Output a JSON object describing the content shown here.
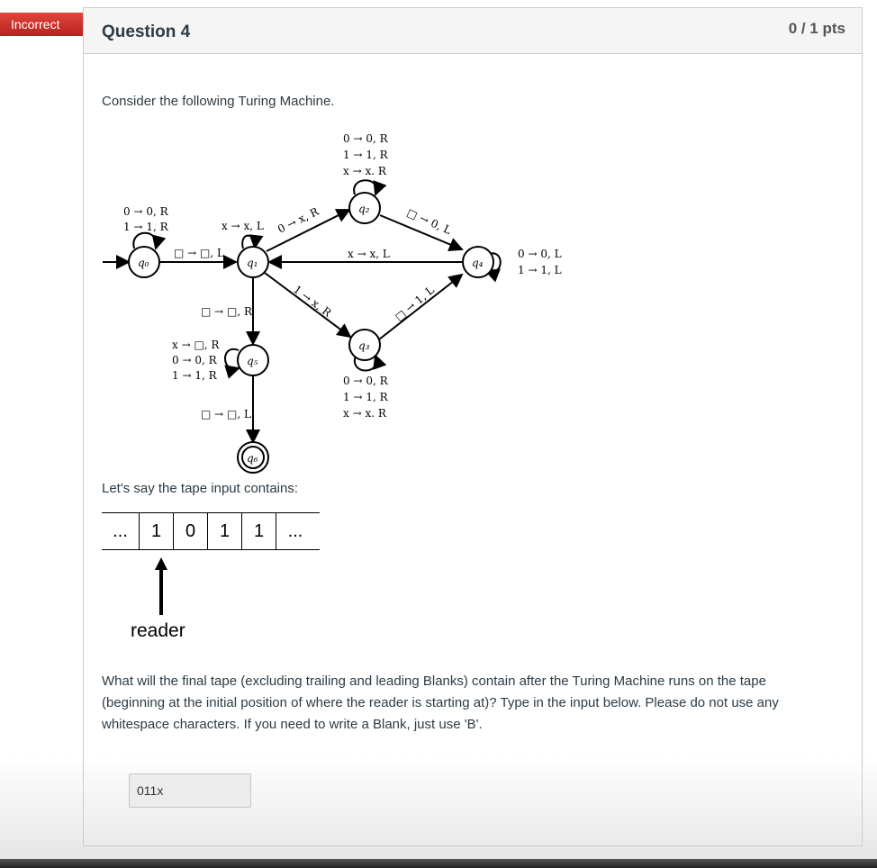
{
  "status_flag": {
    "label": "Incorrect",
    "color": "#d0322d"
  },
  "question": {
    "title": "Question 4",
    "points": "0 / 1 pts",
    "intro": "Consider the following Turing Machine.",
    "tape_intro": "Let's say the tape input contains:",
    "tape_cells": [
      "...",
      "1",
      "0",
      "1",
      "1",
      "..."
    ],
    "reader_label": "reader",
    "prompt": "What will the final tape (excluding trailing and leading Blanks) contain after the Turing Machine runs on the tape (beginning at the initial position of where the reader is starting at)? Type in the input below. Please do not use any whitespace characters. If you need to write a Blank, just use 'B'.",
    "answer_value": "011x"
  },
  "diagram": {
    "states": {
      "q0": "q0",
      "q1": "q1",
      "q2": "q2",
      "q3": "q3",
      "q4": "q4",
      "q5": "q5",
      "q6": "q6"
    },
    "transitions": {
      "q0_loop": [
        "0 → 0, R",
        "1 → 1, R"
      ],
      "q0_q1": "□ → □, L",
      "q1_loop": "x → x, L",
      "q1_q2": "0 → x, R",
      "q2_loop": [
        "0 → 0, R",
        "1 → 1, R",
        "x → x. R"
      ],
      "q2_q4": "□ → 0, L",
      "q4_q1": "x → x, L",
      "q4_loop": [
        "0 → 0, L",
        "1 → 1, L"
      ],
      "q1_q3": "1 → x, R",
      "q3_q4": "□ → 1, L",
      "q3_loop": [
        "0 → 0, R",
        "1 → 1, R",
        "x → x. R"
      ],
      "q1_q5": "□ → □, R",
      "q5_loop": [
        "x → □, R",
        "0 → 0, R",
        "1 → 1, R"
      ],
      "q5_q6": "□ → □, L"
    }
  }
}
